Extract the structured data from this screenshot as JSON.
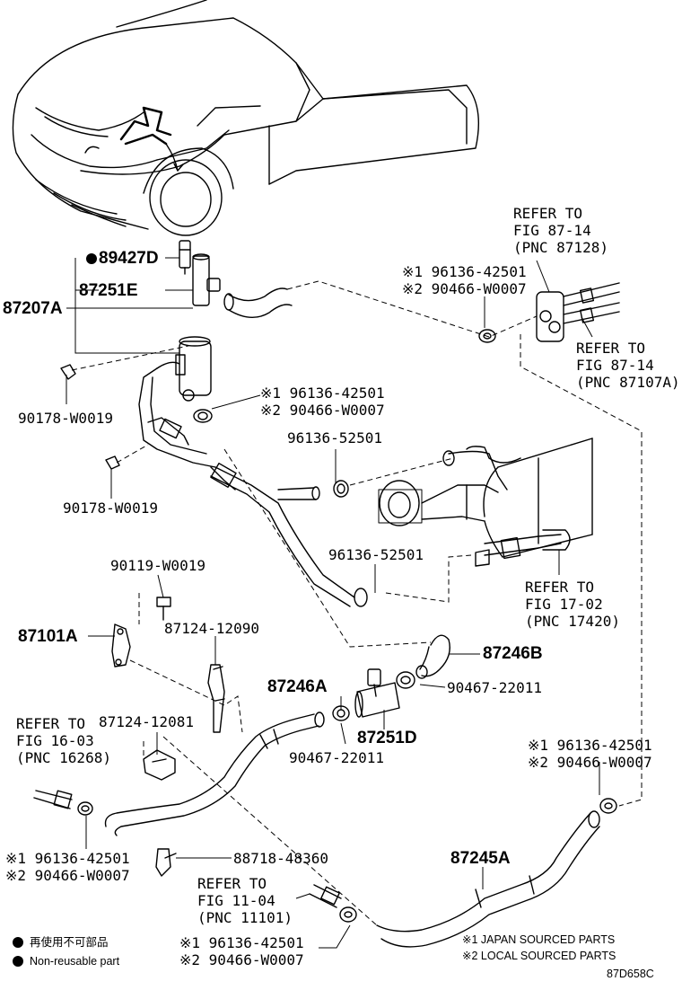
{
  "diagram_id": "87D658C",
  "labels": {
    "p89427d": "89427D",
    "p87251e": "87251E",
    "p87207a": "87207A",
    "p90178_1": "90178-W0019",
    "p90178_2": "90178-W0019",
    "p90119": "90119-W0019",
    "p87101a": "87101A",
    "p87124_12090": "87124-12090",
    "refer_fig16": [
      "REFER TO",
      "FIG 16-03",
      "(PNC 16268)"
    ],
    "p87124_12081": "87124-12081",
    "refer_87128": [
      "REFER TO",
      "FIG 87-14",
      "(PNC 87128)"
    ],
    "refer_87107a": [
      "REFER TO",
      "FIG 87-14",
      "(PNC 87107A)"
    ],
    "clip_top_1": "※1 96136-42501",
    "clip_top_2": "※2 90466-W0007",
    "clip_mid_1": "※1 96136-42501",
    "clip_mid_2": "※2 90466-W0007",
    "p96136_52501_a": "96136-52501",
    "p96136_52501_b": "96136-52501",
    "refer_17420": [
      "REFER TO",
      "FIG 17-02",
      "(PNC 17420)"
    ],
    "p87246b": "87246B",
    "p87246a": "87246A",
    "p90467_a": "90467-22011",
    "p90467_b": "90467-22011",
    "p87251d": "87251D",
    "clip_right_1": "※1 96136-42501",
    "clip_right_2": "※2 90466-W0007",
    "clip_left_1": "※1 96136-42501",
    "clip_left_2": "※2 90466-W0007",
    "p88718": "88718-48360",
    "refer_11101": [
      "REFER TO",
      "FIG 11-04",
      "(PNC 11101)"
    ],
    "clip_bottom_1": "※1 96136-42501",
    "clip_bottom_2": "※2 90466-W0007",
    "p87245a": "87245A"
  },
  "legend": {
    "jp": "再使用不可部品",
    "en": "Non-reusable part",
    "note1": "※1 JAPAN SOURCED PARTS",
    "note2": "※2 LOCAL SOURCED PARTS"
  }
}
